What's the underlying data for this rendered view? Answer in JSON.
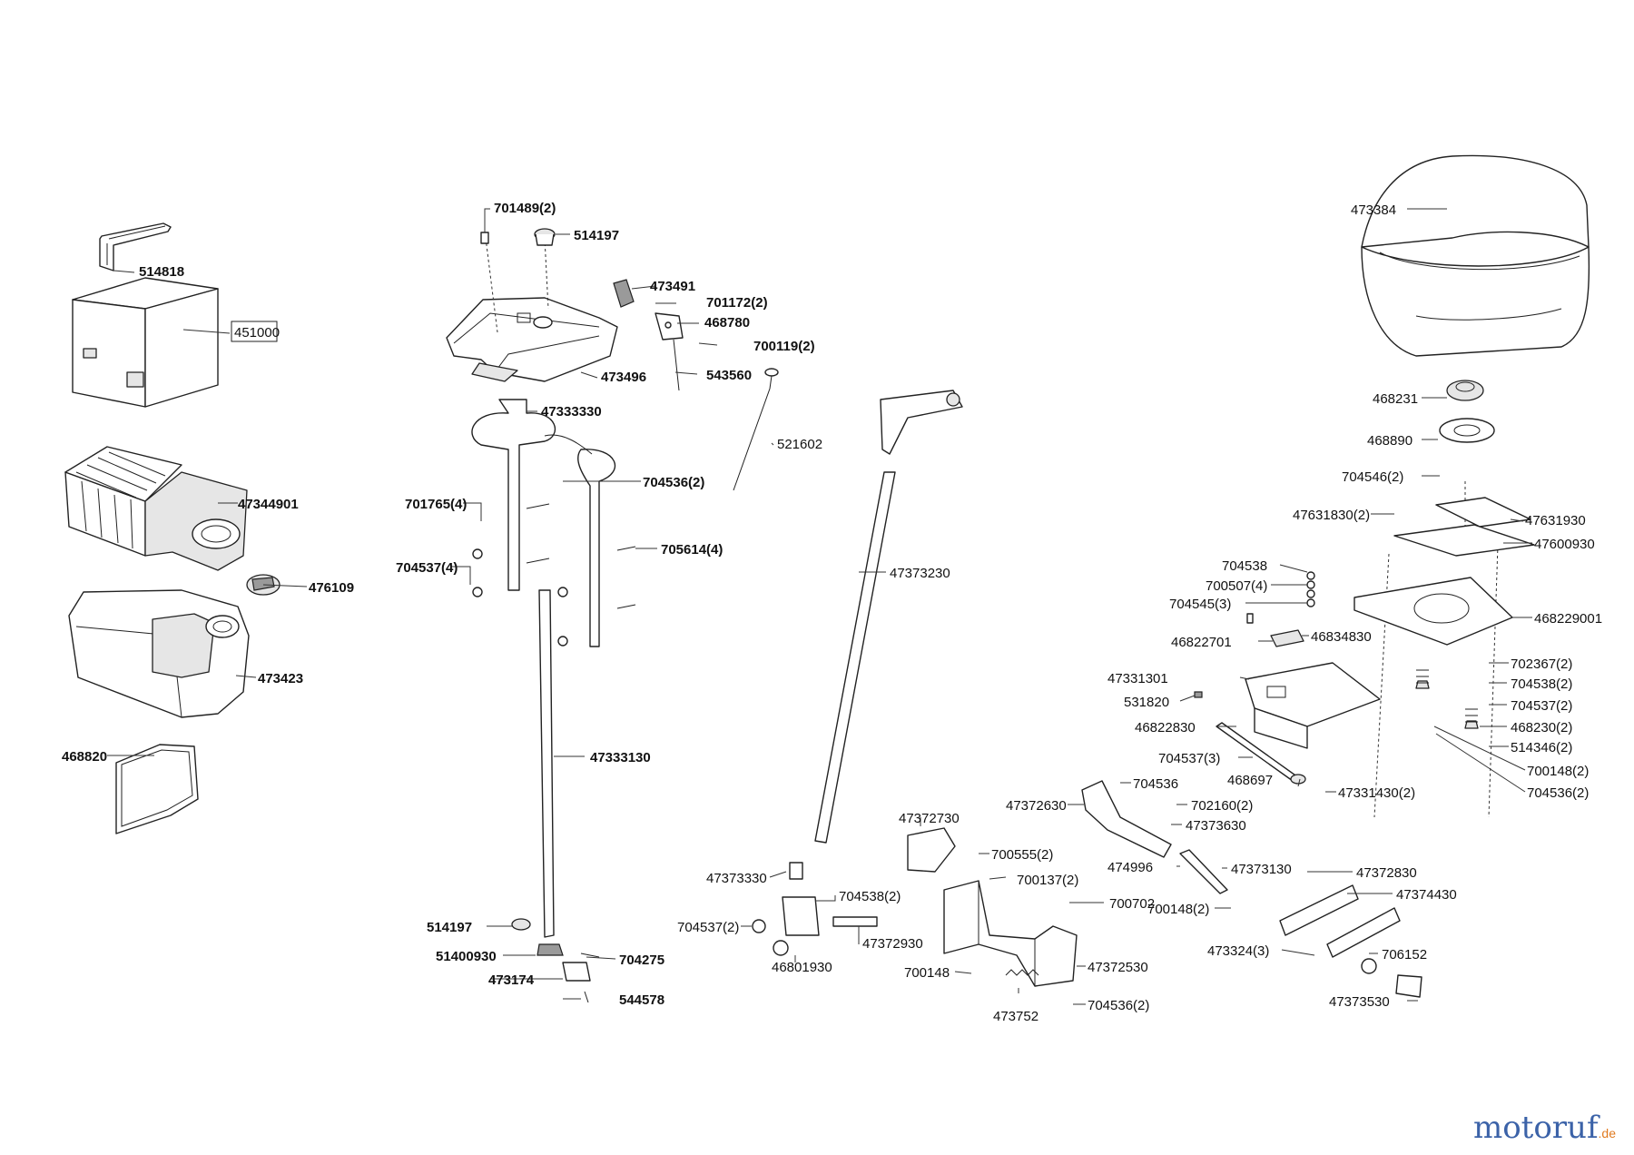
{
  "brand": {
    "main": "motoruf",
    "tld": ".de"
  },
  "labels": {
    "p514818": "514818",
    "p451000": "451000",
    "p47344901": "47344901",
    "p476109": "476109",
    "p473423": "473423",
    "p468820": "468820",
    "p701489": "701489(2)",
    "p514197a": "514197",
    "p473491": "473491",
    "p701172": "701172(2)",
    "p468780": "468780",
    "p700119": "700119(2)",
    "p543560": "543560",
    "p473496": "473496",
    "p47333330": "47333330",
    "p521602": "521602",
    "p704536a": "704536(2)",
    "p701765": "701765(4)",
    "p705614": "705614(4)",
    "p704537a": "704537(4)",
    "p47333130": "47333130",
    "p514197b": "514197",
    "p51400930": "51400930",
    "p704275": "704275",
    "p473174": "473174",
    "p544578": "544578",
    "p47373230": "47373230",
    "p47373330": "47373330",
    "p704538a": "704538(2)",
    "p704537b": "704537(2)",
    "p47372930": "47372930",
    "p46801930": "46801930",
    "p47372730": "47372730",
    "p700555": "700555(2)",
    "p700137": "700137(2)",
    "p700702": "700702",
    "p700148a": "700148",
    "p473752": "473752",
    "p47372530": "47372530",
    "p704536b": "704536(2)",
    "p47372630": "47372630",
    "p704536c": "704536",
    "p702160": "702160(2)",
    "p47373630": "47373630",
    "p474996": "474996",
    "p47373130": "47373130",
    "p700148b": "700148(2)",
    "p47372830": "47372830",
    "p47374430": "47374430",
    "p473324": "473324(3)",
    "p706152": "706152",
    "p47373530": "47373530",
    "p473384": "473384",
    "p468231": "468231",
    "p468890": "468890",
    "p704546": "704546(2)",
    "p47631830": "47631830(2)",
    "p47631930": "47631930",
    "p47600930": "47600930",
    "p704538b": "704538",
    "p700507": "700507(4)",
    "p704545": "704545(3)",
    "p46822701": "46822701",
    "p46834830": "46834830",
    "p468229001": "468229001",
    "p702367": "702367(2)",
    "p47331301": "47331301",
    "p704538c": "704538(2)",
    "p531820": "531820",
    "p704537c": "704537(2)",
    "p46822830": "46822830",
    "p468230": "468230(2)",
    "p514346": "514346(2)",
    "p704537d": "704537(3)",
    "p700148c": "700148(2)",
    "p468697": "468697",
    "p47331430": "47331430(2)",
    "p704536d": "704536(2)"
  }
}
